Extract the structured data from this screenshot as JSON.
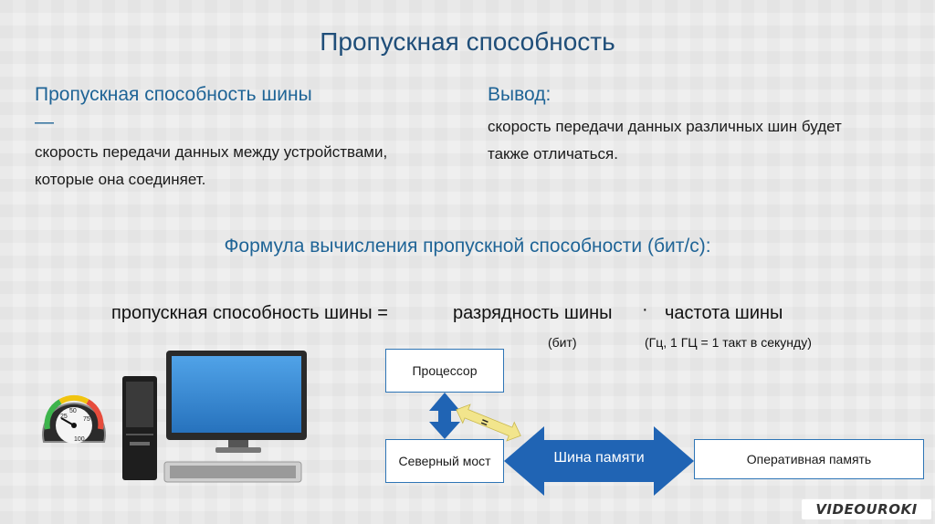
{
  "slide": {
    "title": "Пропускная способность",
    "definition": {
      "heading": "Пропускная способность шины",
      "dash": "—",
      "body": "скорость передачи данных между устройствами, которые она соединяет."
    },
    "conclusion": {
      "heading": "Вывод:",
      "body": "скорость передачи данных различных шин будет также отличаться."
    },
    "formula": {
      "heading": "Формула вычисления пропускной способности (бит/с):",
      "left": "пропускная способность шины =",
      "term1": "разрядность шины",
      "dot": "·",
      "term2": "частота шины",
      "unit1": "(бит)",
      "unit2": "(Гц, 1 ГЦ = 1 такт в секунду)"
    },
    "diagram": {
      "processor": "Процессор",
      "north_bridge": "Северный мост",
      "memory_bus": "Шина памяти",
      "ram": "Оперативная память",
      "equals": "="
    },
    "gauge": {
      "ticks": [
        "25",
        "50",
        "75",
        "100"
      ],
      "needle_value": 25
    },
    "logo": "VIDEOUROKI",
    "colors": {
      "accent": "#1f6496",
      "arrow": "#2064b4",
      "box_border": "#2e75b6",
      "equals_arrow": "#f2e58c"
    }
  }
}
